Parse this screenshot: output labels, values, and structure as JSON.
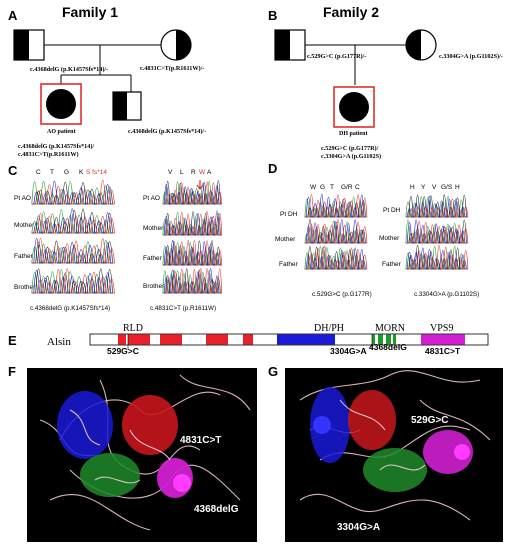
{
  "panels": {
    "a": "A",
    "b": "B",
    "c": "C",
    "d": "D",
    "e": "E",
    "f": "F",
    "g": "G"
  },
  "family1": {
    "title": "Family 1",
    "father_var": "c.4368delG (p.K1457Sfs*14)/-",
    "mother_var": "c.4831C>T(p.R1611W)/-",
    "proband_label": "AO patient",
    "proband_var1": "c.4368delG (p.K1457Sfs*14)/",
    "proband_var2": "c.4831C>T(p.R1611W)",
    "brother_var": "c.4368delG (p.K1457Sfs*14)/-"
  },
  "family2": {
    "title": "Family 2",
    "father_var": "c.529G>C (p.G177R)/-",
    "mother_var": "c.3304G>A (p.G1102S)/-",
    "proband_label": "DH patient",
    "proband_var1": "c.529G>C (p.G177R)/",
    "proband_var2": "c.3304G>A (p.G1102S)"
  },
  "panel_c": {
    "left_seq": [
      "C",
      "T",
      "G",
      "K"
    ],
    "left_seq_red": "S fs*14",
    "right_seq": [
      "V",
      "L",
      "R"
    ],
    "right_seq_red": "W",
    "right_seq_end": "A",
    "rows": [
      "Pt AO",
      "Mother",
      "Father",
      "Brother"
    ],
    "caption_left": "c.4368delG (p.K1457Sfs*14)",
    "caption_right": "c.4831C>T (p.R1611W)"
  },
  "panel_d": {
    "left_seq": [
      "W",
      "G",
      "T",
      "G/R",
      "C"
    ],
    "right_seq": [
      "H",
      "Y",
      "V",
      "G/S",
      "H"
    ],
    "rows": [
      "Pt DH",
      "Mother",
      "Father"
    ],
    "caption_left": "c.529G>C (p.G177R)",
    "caption_right": "c.3304G>A (p.G1102S)"
  },
  "panel_e": {
    "protein": "Alsin",
    "domains": {
      "rld": "RLD",
      "dhph": "DH/PH",
      "morn": "MORN",
      "vps9": "VPS9"
    },
    "mutations": {
      "m1": "529G>C",
      "m2": "3304G>A",
      "m3": "4368delG",
      "m4": "4831C>T"
    }
  },
  "panel_f": {
    "label1": "4831C>T",
    "label2": "4368delG"
  },
  "panel_g": {
    "label1": "529G>C",
    "label2": "3304G>A"
  },
  "colors": {
    "proband_box": "#e0302a",
    "rld": "#e8202a",
    "dhph": "#1a1ad8",
    "morn": "#1e9a2a",
    "vps9": "#d21fd2",
    "fs_red": "#e0302a"
  }
}
